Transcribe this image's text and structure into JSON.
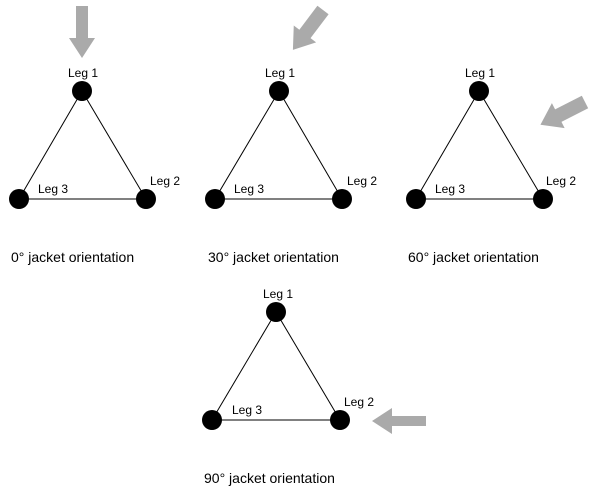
{
  "colors": {
    "arrow": "#aaaaaa",
    "leg": "#000000",
    "edge": "#000000",
    "background": "#ffffff"
  },
  "panels": [
    {
      "caption": "0° jacket orientation",
      "legs": [
        "Leg 1",
        "Leg 2",
        "Leg 3"
      ],
      "wave_direction_deg": 0
    },
    {
      "caption": "30° jacket orientation",
      "legs": [
        "Leg 1",
        "Leg 2",
        "Leg 3"
      ],
      "wave_direction_deg": 30
    },
    {
      "caption": "60° jacket orientation",
      "legs": [
        "Leg 1",
        "Leg 2",
        "Leg 3"
      ],
      "wave_direction_deg": 60
    },
    {
      "caption": "90° jacket orientation",
      "legs": [
        "Leg 1",
        "Leg 2",
        "Leg 3"
      ],
      "wave_direction_deg": 90
    }
  ]
}
